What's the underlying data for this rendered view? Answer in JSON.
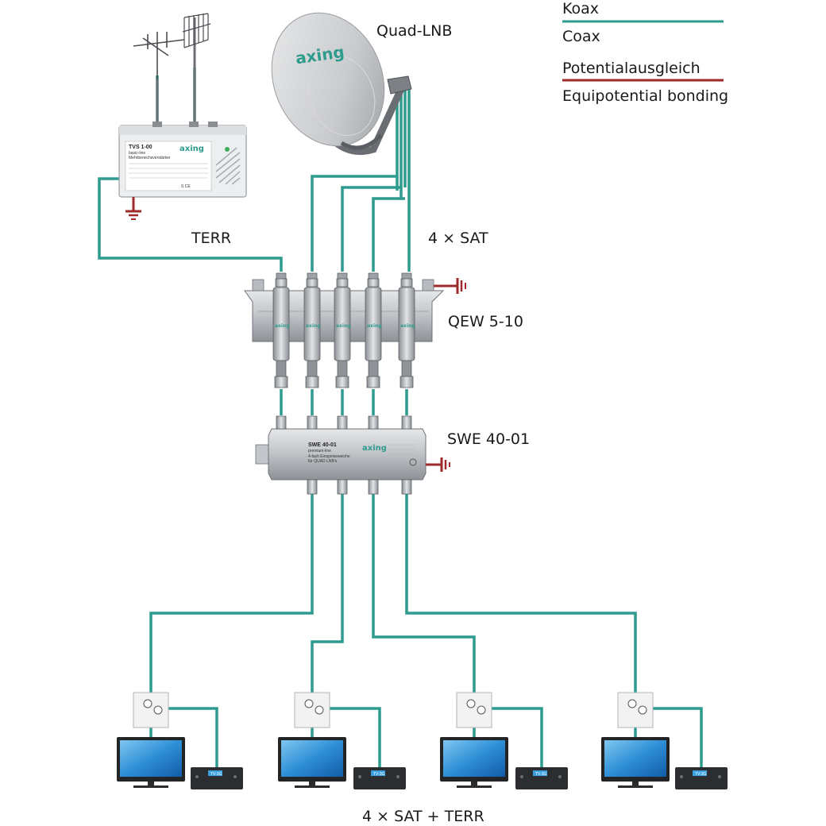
{
  "legend": {
    "coax_de": "Koax",
    "coax_en": "Coax",
    "bond_de": "Potentialausgleich",
    "bond_en": "Equipotential bonding"
  },
  "labels": {
    "lnb": "Quad-LNB",
    "terr": "TERR",
    "sat": "4 × SAT",
    "qew": "QEW 5-10",
    "swe": "SWE 40-01",
    "output": "4 × SAT + TERR"
  },
  "dish": {
    "logo": "axing"
  },
  "amplifier": {
    "model": "TVS 1-00",
    "line": "basic-line",
    "subtitle": "Mehrbereichsverstärker",
    "logo": "axing",
    "marks": "S  CE"
  },
  "multiswitch": {
    "model": "SWE 40-01",
    "line": "premium-line",
    "desc1": "4-fach Einspeiseweiche",
    "desc2": "für QUAD LNB's",
    "logo": "axing"
  },
  "grounding_block": {
    "logo": "axing"
  },
  "tuner": {
    "display": "TV-3G"
  },
  "colors": {
    "coax": "#2e9b8f",
    "bonding": "#9e2a2b",
    "brand": "#2f9b8d"
  }
}
